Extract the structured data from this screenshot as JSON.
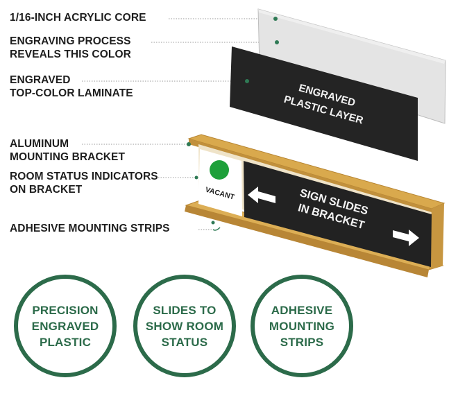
{
  "labels": {
    "acrylic_core": "1/16-INCH ACRYLIC CORE",
    "engraving_reveals": [
      "ENGRAVING PROCESS",
      "REVEALS THIS COLOR"
    ],
    "engraved_laminate": [
      "ENGRAVED",
      "TOP-COLOR LAMINATE"
    ],
    "aluminum_bracket": [
      "ALUMINUM",
      "MOUNTING BRACKET"
    ],
    "room_status": [
      "ROOM STATUS INDICATORS",
      "ON BRACKET"
    ],
    "adhesive_strips": "ADHESIVE MOUNTING STRIPS"
  },
  "plate_text": [
    "ENGRAVED",
    "PLASTIC LAYER"
  ],
  "sign_text": [
    "SIGN SLIDES",
    "IN BRACKET"
  ],
  "status_text": "VACANT",
  "features": [
    [
      "PRECISION",
      "ENGRAVED",
      "PLASTIC"
    ],
    [
      "SLIDES TO",
      "SHOW ROOM",
      "STATUS"
    ],
    [
      "ADHESIVE",
      "MOUNTING",
      "STRIPS"
    ]
  ],
  "colors": {
    "accent_green": "#2c6b4a",
    "status_green": "#1ea03a",
    "bracket_gold": "#d4a24a",
    "plate_black": "#242424",
    "core_gray": "#e3e3e3"
  }
}
